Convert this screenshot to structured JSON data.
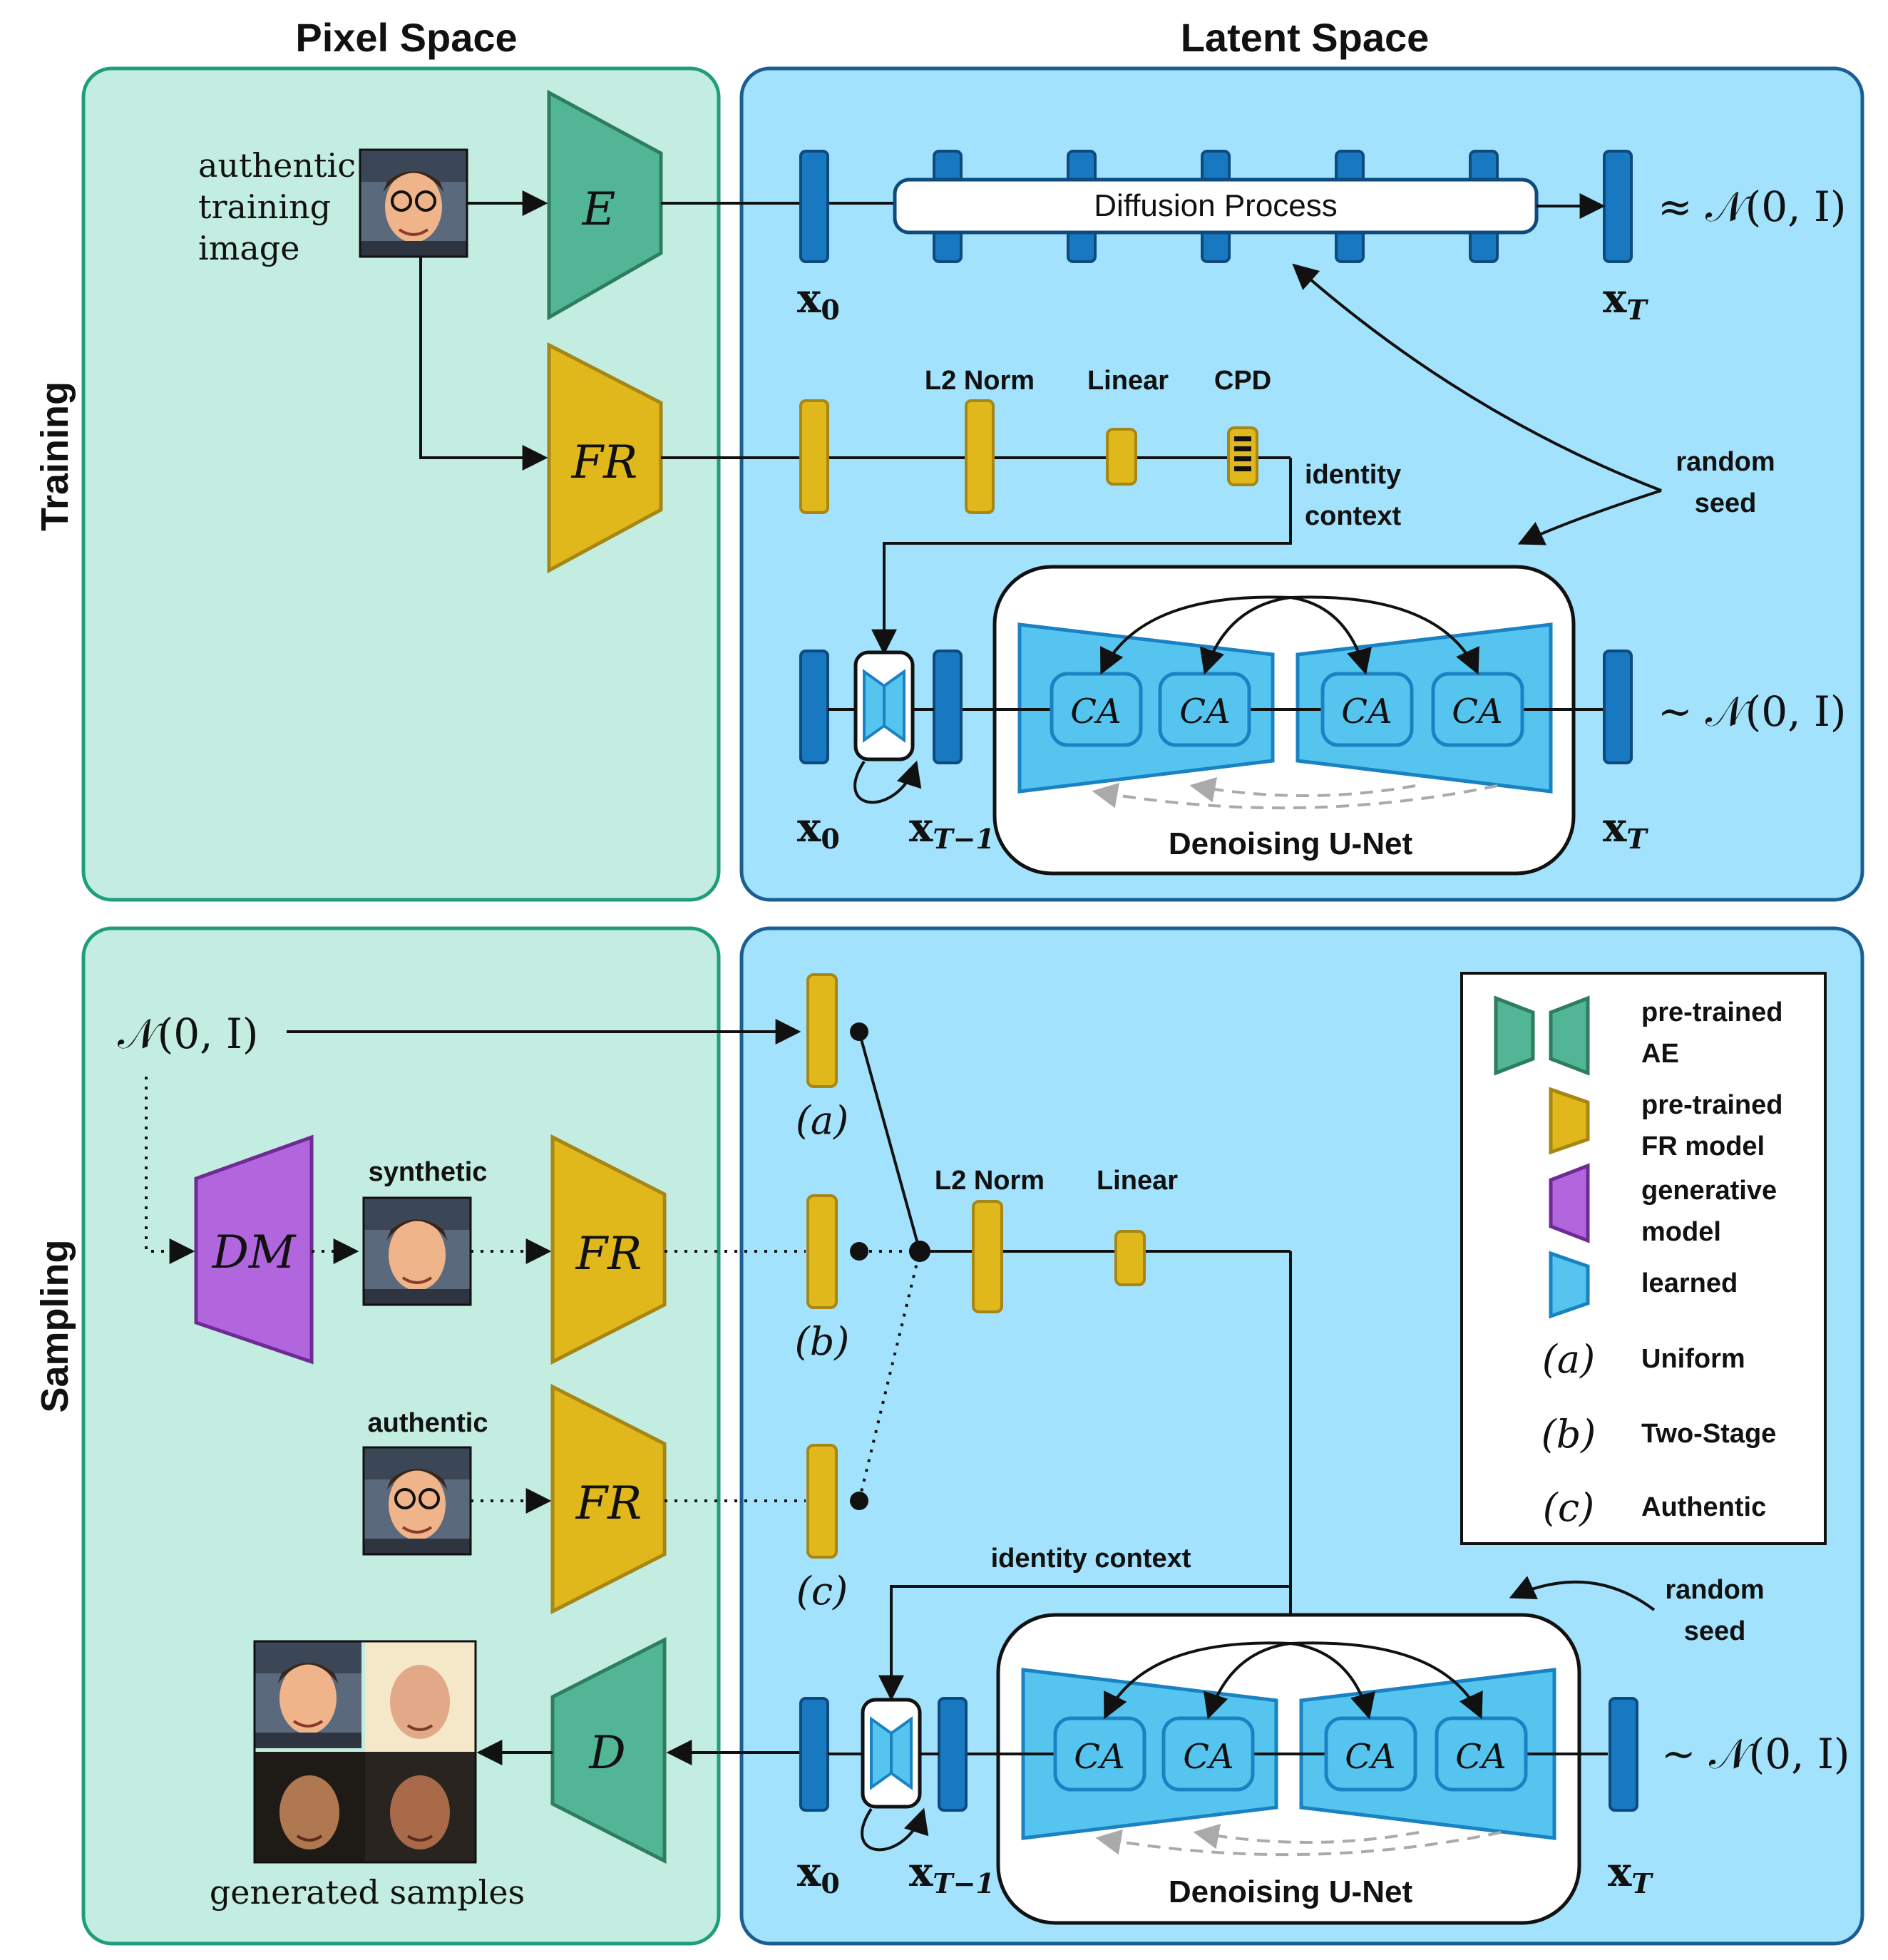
{
  "headers": {
    "pixel_space": "Pixel Space",
    "latent_space": "Latent Space"
  },
  "rows": {
    "training": "Training",
    "sampling": "Sampling"
  },
  "training": {
    "input_caption": [
      "authentic",
      "training",
      "image"
    ],
    "encoder": "E",
    "fr": "FR",
    "diffusion_process": "Diffusion Process",
    "x0": "x",
    "x0_sub": "0",
    "xT": "x",
    "xT_sub": "T",
    "normal_approx": "≈ 𝒩(0, I)",
    "normal_sample": "~ 𝒩(0, I)",
    "l2norm": "L2 Norm",
    "linear": "Linear",
    "cpd": "CPD",
    "identity_context": [
      "identity",
      "context"
    ],
    "random_seed": [
      "random",
      "seed"
    ],
    "xT1": "x",
    "xT1_sub": "T−1",
    "unet_title": "Denoising U-Net",
    "ca": "CA"
  },
  "sampling": {
    "normal": "𝒩(0, I)",
    "dm": "DM",
    "fr": "FR",
    "decoder": "D",
    "synthetic": "synthetic",
    "authentic": "authentic",
    "generated": "generated samples",
    "opt_a": "(a)",
    "opt_b": "(b)",
    "opt_c": "(c)",
    "l2norm": "L2 Norm",
    "linear": "Linear",
    "identity_context": "identity context",
    "random_seed": [
      "random",
      "seed"
    ],
    "x0": "x",
    "x0_sub": "0",
    "xT1": "x",
    "xT1_sub": "T−1",
    "xT": "x",
    "xT_sub": "T",
    "normal_sample": "~ 𝒩(0, I)",
    "unet_title": "Denoising U-Net",
    "ca": "CA"
  },
  "legend": {
    "ae": [
      "pre-trained",
      "AE"
    ],
    "fr": [
      "pre-trained",
      "FR model"
    ],
    "gen": [
      "generative",
      "model"
    ],
    "learned": "learned",
    "a_sym": "(a)",
    "a_label": "Uniform",
    "b_sym": "(b)",
    "b_label": "Two-Stage",
    "c_sym": "(c)",
    "c_label": "Authentic"
  },
  "colors": {
    "pixel_bg": "#c2ede0",
    "pixel_border": "#1f9e7c",
    "latent_bg": "#a3e2fc",
    "latent_border": "#1a5e94",
    "ae": "#52b696",
    "ae_border": "#2d7d5e",
    "fr": "#e0b81c",
    "fr_border": "#a68614",
    "gen": "#b266dd",
    "gen_border": "#6e2b94",
    "learned": "#55c5f0",
    "learned_border": "#1a82c2",
    "latent_bar": "#1878c0",
    "latent_bar_border": "#0d4a7e"
  }
}
